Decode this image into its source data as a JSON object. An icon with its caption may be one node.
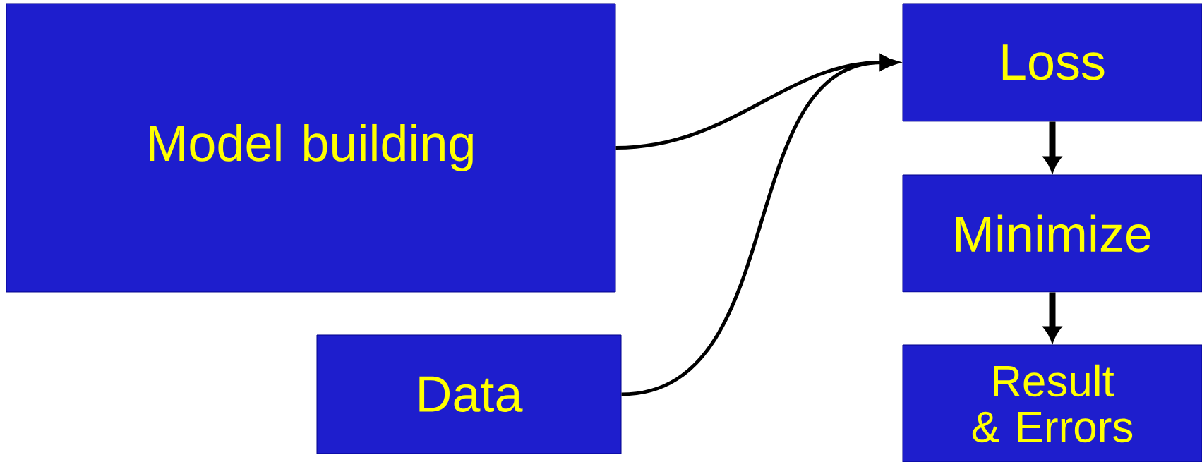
{
  "diagram": {
    "nodes": [
      {
        "text": [
          "Model building"
        ]
      },
      {
        "text": [
          "Data"
        ]
      },
      {
        "text": [
          "Loss"
        ]
      },
      {
        "text": [
          "Minimize"
        ]
      },
      {
        "text": [
          "Result & Errors"
        ]
      }
    ],
    "edges": [
      {
        "from": 0,
        "to": 2,
        "arrow": "to"
      },
      {
        "from": 1,
        "to": 2,
        "arrow": "to"
      },
      {
        "from": 2,
        "to": 3,
        "arrow": "to",
        "style": "thick"
      },
      {
        "from": 3,
        "to": 4,
        "arrow": "to",
        "style": "thick"
      }
    ]
  }
}
